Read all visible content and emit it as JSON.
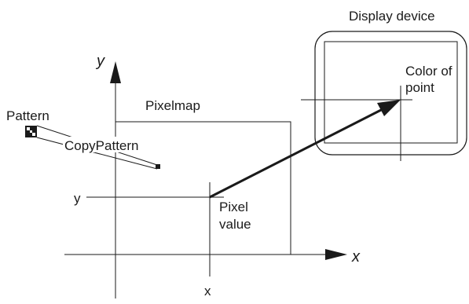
{
  "labels": {
    "display_device": "Display device",
    "color_of_point_line1": "Color of",
    "color_of_point_line2": "point",
    "y_axis": "y",
    "x_axis": "x",
    "pixelmap": "Pixelmap",
    "pattern": "Pattern",
    "copy_pattern": "CopyPattern",
    "y_coordinate": "y",
    "x_coordinate": "x",
    "pixel_value_line1": "Pixel",
    "pixel_value_line2": "value"
  }
}
